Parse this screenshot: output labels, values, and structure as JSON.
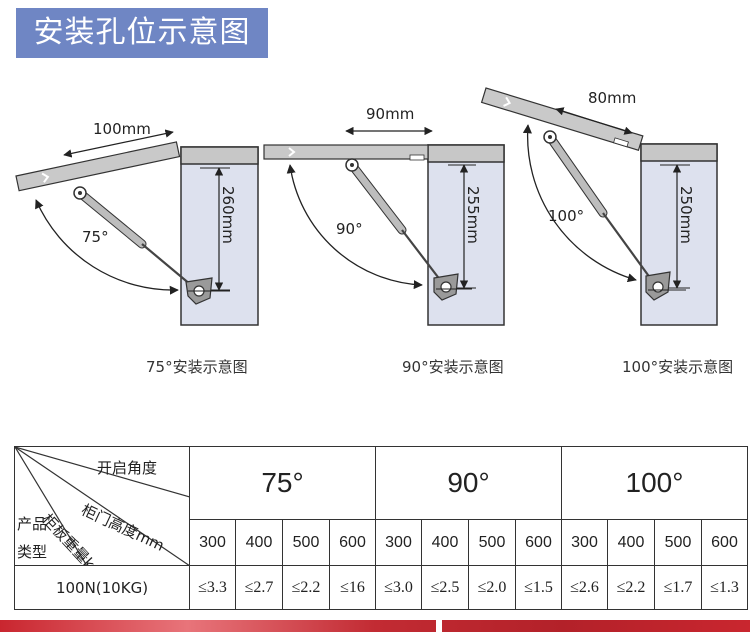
{
  "title": "安装孔位示意图",
  "diagrams": [
    {
      "door_width": "100mm",
      "height": "260mm",
      "angle": "75°",
      "caption": "75°安装示意图"
    },
    {
      "door_width": "90mm",
      "height": "255mm",
      "angle": "90°",
      "caption": "90°安装示意图"
    },
    {
      "door_width": "80mm",
      "height": "250mm",
      "angle": "100°",
      "caption": "100°安装示意图"
    }
  ],
  "table": {
    "header": {
      "opening_angle": "开启角度",
      "door_height": "柜门高度mm",
      "panel_weight": "柜板重量kg",
      "product_type_1": "产品",
      "product_type_2": "类型"
    },
    "angles": [
      "75°",
      "90°",
      "100°"
    ],
    "heights": [
      "300",
      "400",
      "500",
      "600",
      "300",
      "400",
      "500",
      "600",
      "300",
      "400",
      "500",
      "600"
    ],
    "rows": [
      {
        "product": "100N(10KG)",
        "values": [
          "≤3.3",
          "≤2.7",
          "≤2.2",
          "≤16",
          "≤3.0",
          "≤2.5",
          "≤2.0",
          "≤1.5",
          "≤2.6",
          "≤2.2",
          "≤1.7",
          "≤1.3"
        ]
      }
    ]
  }
}
